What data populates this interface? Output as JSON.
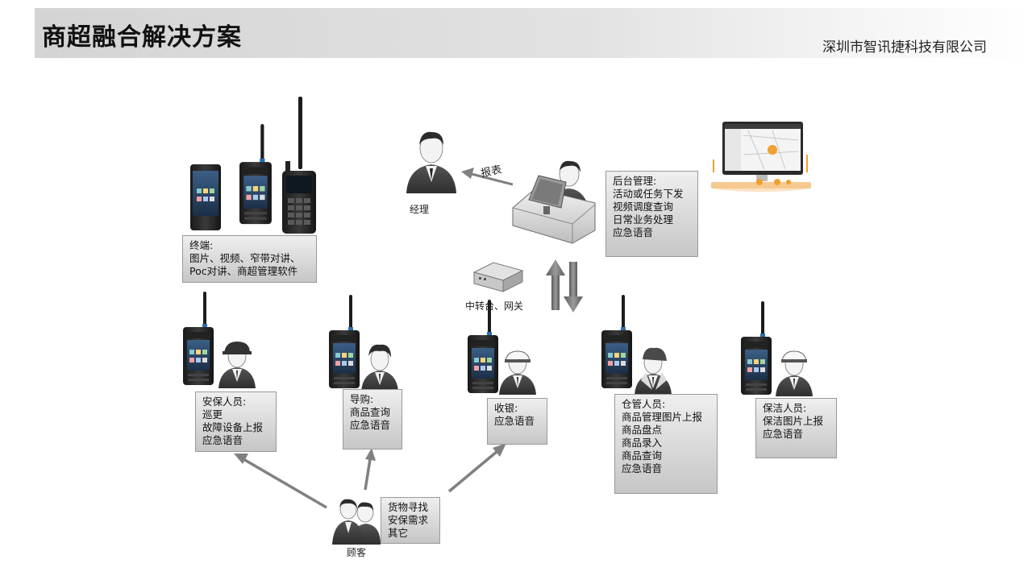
{
  "header": {
    "title": "商超融合解决方案",
    "company": "深圳市智讯捷科技有限公司"
  },
  "nodes": {
    "manager": "经理",
    "gateway": "中转台、网关",
    "customer": "顾客"
  },
  "arrows": {
    "report": "报表"
  },
  "boxes": {
    "terminal": [
      "终端:",
      "图片、视频、窄带对讲、",
      "Poc对讲、商超管理软件"
    ],
    "backend": [
      "后台管理:",
      "活动或任务下发",
      "视频调度查询",
      "日常业务处理",
      "应急语音"
    ],
    "security": [
      "安保人员:",
      "巡更",
      "故障设备上报",
      "应急语音"
    ],
    "guide": [
      "导购:",
      "商品查询",
      "应急语音"
    ],
    "cashier": [
      "收银:",
      "应急语音"
    ],
    "warehouse": [
      "仓管人员:",
      "商品管理图片上报",
      "商品盘点",
      "商品录入",
      "商品查询",
      "应急语音"
    ],
    "cleaner": [
      "保洁人员:",
      "保洁图片上报",
      "应急语音"
    ],
    "customer_needs": [
      "货物寻找",
      "安保需求",
      "其它"
    ]
  },
  "icons": {
    "terminal_devices": "handheld-radio-icons",
    "manager": "manager-person-icon",
    "operator": "operator-at-desk-icon",
    "monitor": "dispatch-monitor-icon",
    "gateway": "network-gateway-icon",
    "exchange": "up-down-arrows-icon",
    "customer": "customer-group-icon"
  },
  "colors": {
    "box_top": "#efefef",
    "box_bottom": "#c6c6c6",
    "arrow": "#7a7a7a",
    "accent": "#f0a030"
  }
}
